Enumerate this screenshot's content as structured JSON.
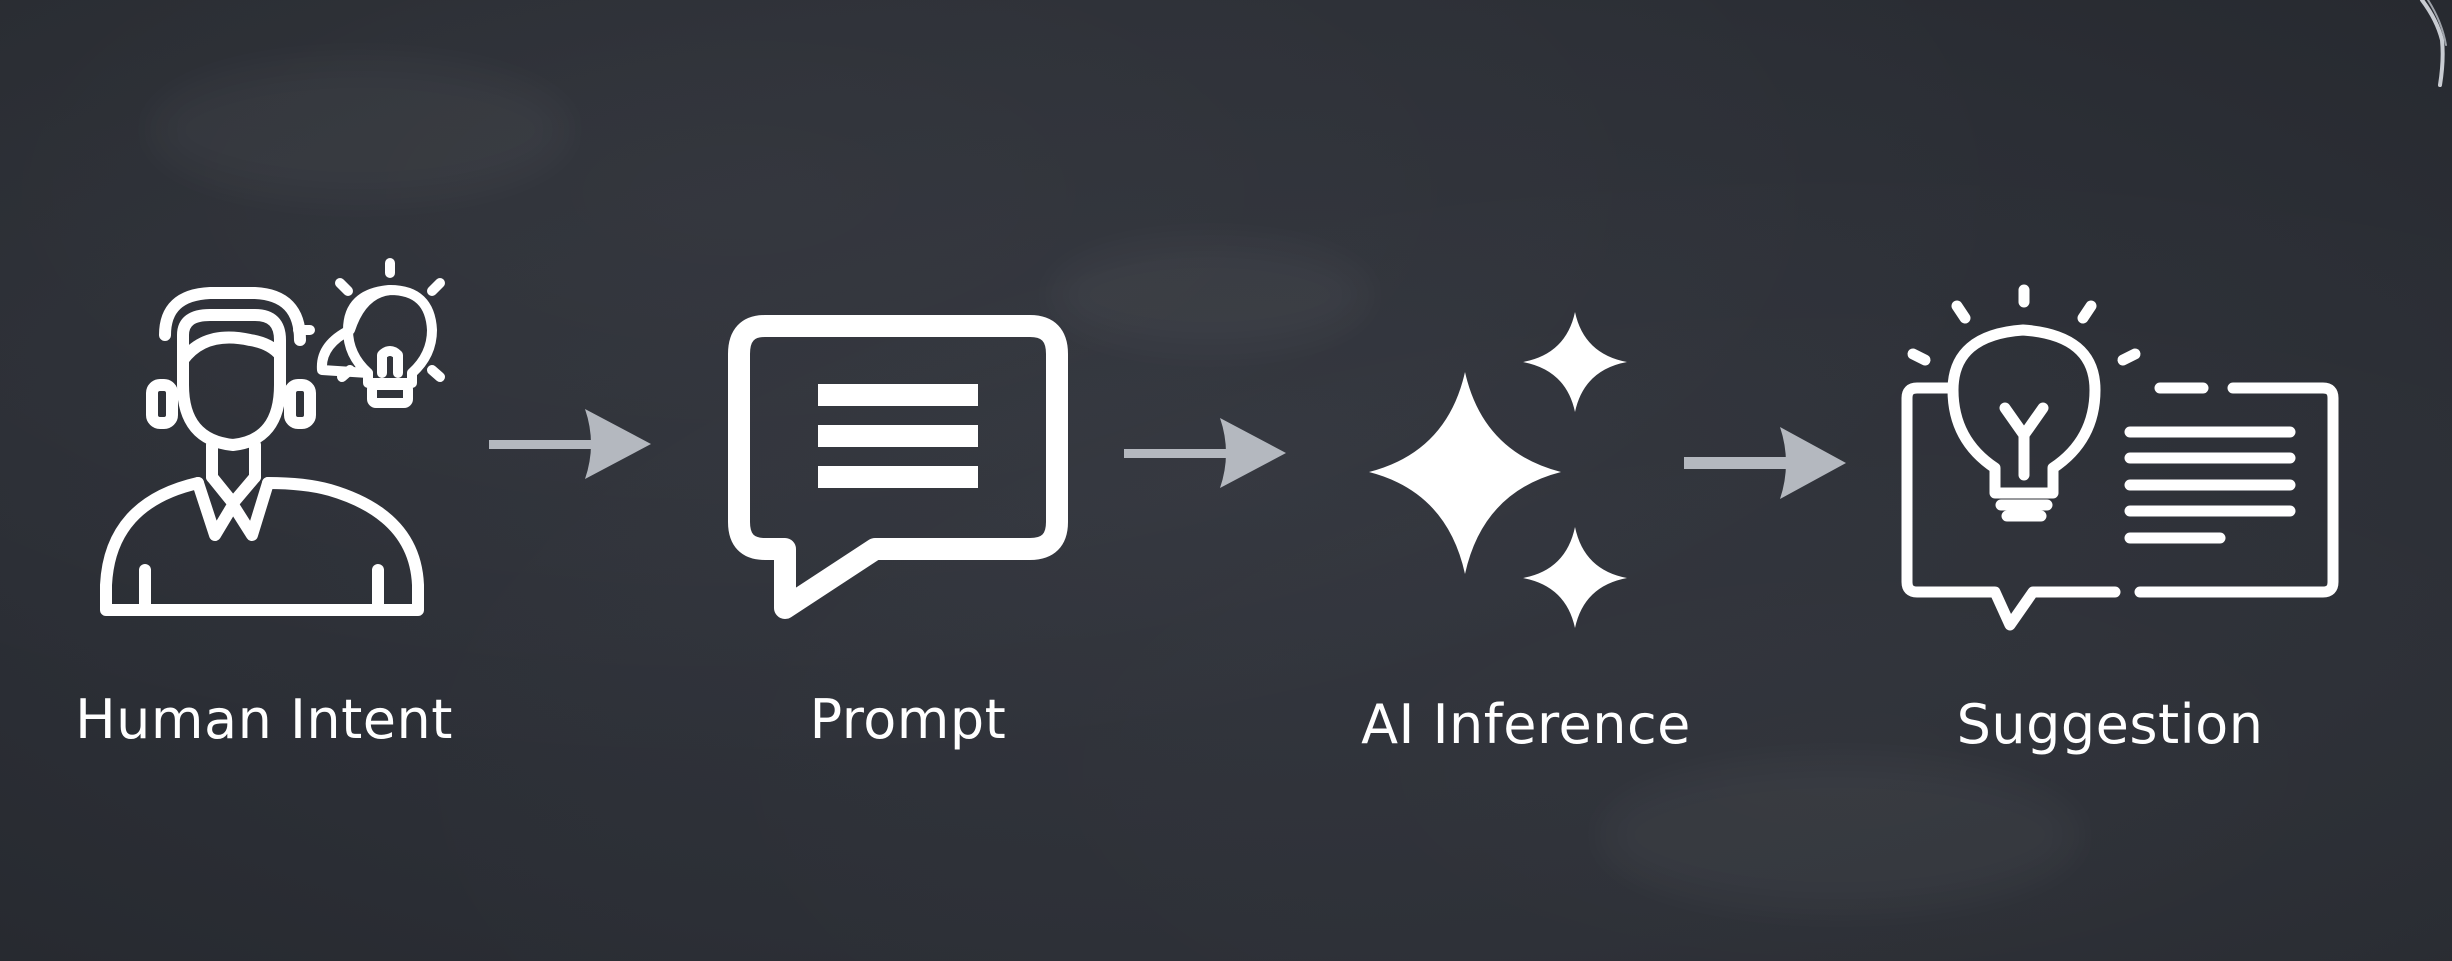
{
  "colors": {
    "background": "#2d3038",
    "icon": "#ffffff",
    "arrow": "#b4b8bf",
    "label": "#ffffff"
  },
  "steps": [
    {
      "label": "Human Intent",
      "icon": "person-with-lightbulb-icon"
    },
    {
      "label": "Prompt",
      "icon": "chat-bubble-icon"
    },
    {
      "label": "AI Inference",
      "icon": "sparkles-icon"
    },
    {
      "label": "Suggestion",
      "icon": "lightbulb-message-icon"
    }
  ],
  "connectors": [
    "arrow-right-icon",
    "arrow-right-icon",
    "arrow-right-icon"
  ]
}
